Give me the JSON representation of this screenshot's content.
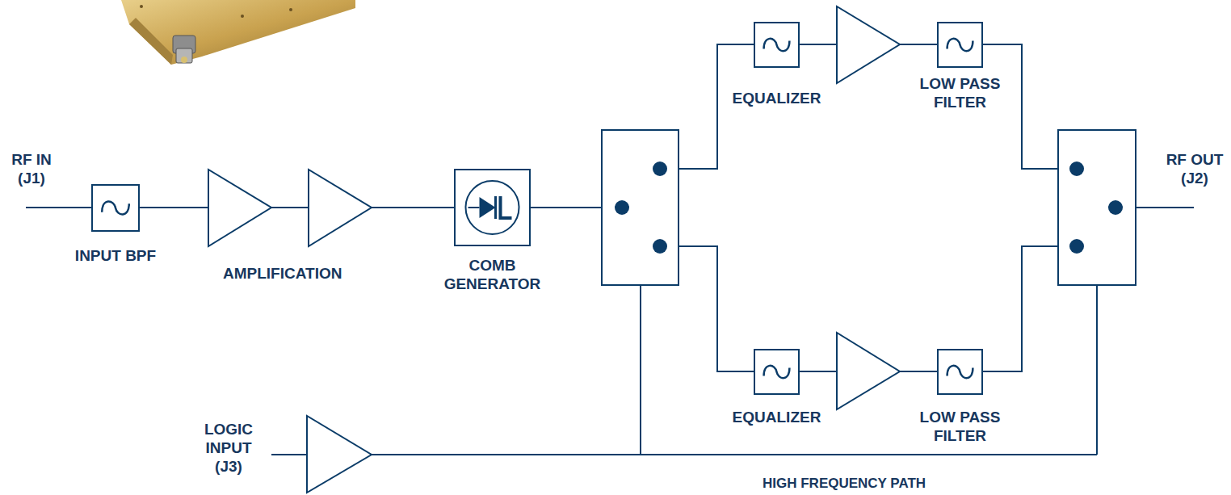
{
  "diagram": {
    "nodes": [
      {
        "text": [
          "INPUT BPF"
        ]
      },
      {
        "text": [
          "COMB GENERATOR"
        ]
      },
      {
        "text": [
          "EQUALIZER"
        ]
      },
      {
        "text": [
          "LOW PASS FILTER"
        ]
      },
      {
        "text": [
          "EQUALIZER"
        ]
      },
      {
        "text": [
          "LOW PASS FILTER"
        ]
      }
    ],
    "labels": [
      "RF IN (J1)",
      "AMPLIFICATION",
      "RF OUT (J2)",
      "LOGIC INPUT (J3)",
      "HIGH FREQUENCY PATH"
    ]
  }
}
